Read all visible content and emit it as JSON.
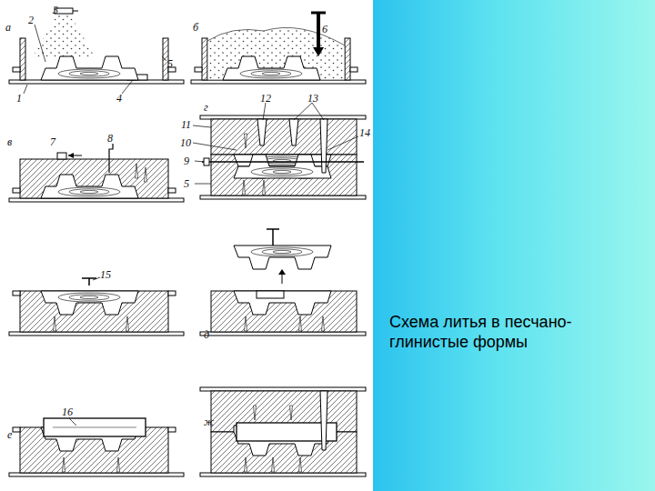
{
  "diagram": {
    "caption": "Схема литья в песчано- глинистые формы",
    "labels": [
      "а",
      "2",
      "3",
      "5",
      "1",
      "4",
      "б",
      "6",
      "в",
      "7",
      "8",
      "г",
      "12",
      "13",
      "11",
      "10",
      "9",
      "5",
      "14",
      "15",
      "д",
      "е",
      "16",
      "ж"
    ]
  }
}
